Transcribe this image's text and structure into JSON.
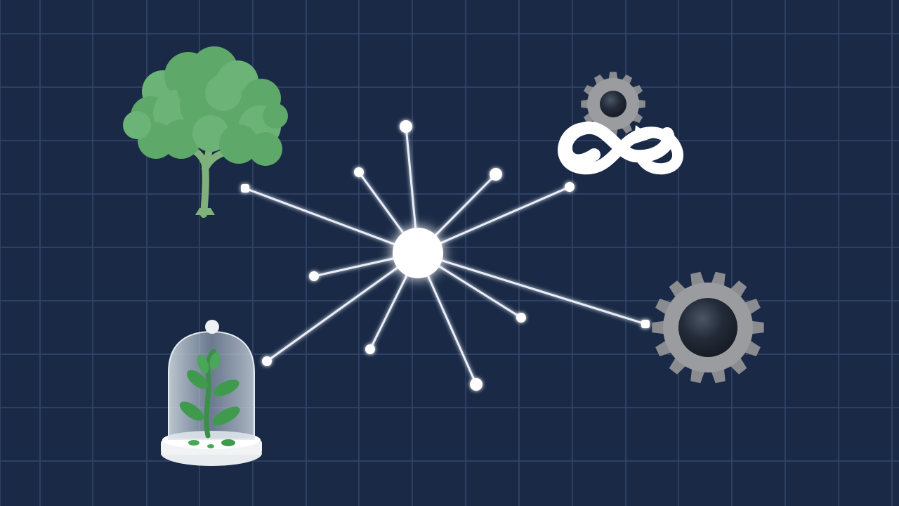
{
  "colors": {
    "background": "#1a2a46",
    "grid_line": "#34476a",
    "hub": "#ffffff",
    "spoke": "#e9eef8",
    "tree_foliage": "#5ea86a",
    "tree_trunk": "#7fb27a",
    "gear_gray": "#8a8c90",
    "gear_center": "#1b2230",
    "cloche_glass": "#c9d3dc",
    "cloche_base": "#eef1f4",
    "sprout_green": "#3f9a4e",
    "loop_arrow": "#ffffff"
  },
  "diagram": {
    "hub": {
      "name": "central-hub"
    },
    "icons": [
      {
        "name": "tree-icon"
      },
      {
        "name": "gear-cycle-icon"
      },
      {
        "name": "gear-icon"
      },
      {
        "name": "plant-cloche-icon"
      }
    ],
    "spokes": [
      {
        "name": "spoke-to-tree",
        "connects_to": "tree-icon"
      },
      {
        "name": "spoke-top-1"
      },
      {
        "name": "spoke-top-2"
      },
      {
        "name": "spoke-top-3"
      },
      {
        "name": "spoke-to-gear-cycle",
        "connects_to": "gear-cycle-icon"
      },
      {
        "name": "spoke-left"
      },
      {
        "name": "spoke-to-cloche",
        "connects_to": "plant-cloche-icon"
      },
      {
        "name": "spoke-bottom-1"
      },
      {
        "name": "spoke-bottom-2"
      },
      {
        "name": "spoke-right-1"
      },
      {
        "name": "spoke-to-gear",
        "connects_to": "gear-icon"
      }
    ]
  }
}
